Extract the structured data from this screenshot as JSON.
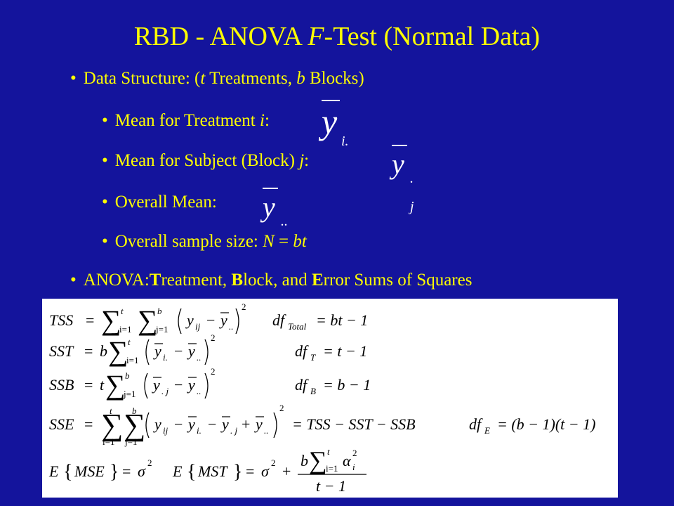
{
  "slide": {
    "title": {
      "prefix": "RBD - ANOVA ",
      "italic": "F",
      "suffix": "-Test (Normal Data)"
    },
    "bullet_mark": "•",
    "bullets": [
      {
        "a": "Data Structure: (",
        "i1": "t",
        "b": " Treatments, ",
        "i2": "b",
        "c": " Blocks)"
      },
      {
        "a": "Mean for Treatment ",
        "i1": "i",
        "b": ":"
      },
      {
        "a": "Mean for Subject (Block) ",
        "i1": "j",
        "b": ":"
      },
      {
        "a": "Overall Mean:"
      },
      {
        "a": "Overall sample size: ",
        "i1": "N",
        "b": " = ",
        "i2": "bt"
      },
      {
        "a": "ANOVA:",
        "b1": "T",
        "c1": "reatment, ",
        "b2": "B",
        "c2": "lock, and ",
        "b3": "E",
        "c3": "rror Sums of Squares"
      }
    ],
    "symbols": {
      "treatment_mean": {
        "base": "y",
        "sub": "i."
      },
      "block_mean": {
        "base": "y",
        "sub": ". j"
      },
      "overall_mean": {
        "base": "y",
        "sub": ".."
      }
    }
  },
  "equations": {
    "tss": {
      "lhs": "TSS",
      "eq": "=",
      "lims1": {
        "top": "t",
        "bottom": "i=1"
      },
      "lims2": {
        "top": "b",
        "bottom": "j=1"
      },
      "y1": "y",
      "s1": "ij",
      "minus": "−",
      "y2": "y",
      "s2": "..",
      "pow": "2",
      "df": "df",
      "dfsub": "Total",
      "dfrhs": "= bt − 1"
    },
    "sst": {
      "lhs": "SST",
      "eq": "=",
      "coef": "b",
      "lims": {
        "top": "t",
        "bottom": "i=1"
      },
      "y1": "y",
      "s1": "i.",
      "minus": "−",
      "y2": "y",
      "s2": "..",
      "pow": "2",
      "df": "df",
      "dfsub": "T",
      "dfrhs": "= t − 1"
    },
    "ssb": {
      "lhs": "SSB",
      "eq": "=",
      "coef": "t",
      "lims": {
        "top": "b",
        "bottom": "j=1"
      },
      "y1": "y",
      "s1": ". j",
      "minus": "−",
      "y2": "y",
      "s2": "..",
      "pow": "2",
      "df": "df",
      "dfsub": "B",
      "dfrhs": "= b − 1"
    },
    "sse": {
      "lhs": "SSE",
      "eq": "=",
      "lims1": {
        "top": "t",
        "bottom": "i=1"
      },
      "lims2": {
        "top": "b",
        "bottom": "j=1"
      },
      "y1": "y",
      "s1": "ij",
      "op1": "−",
      "y2": "y",
      "s2": "i.",
      "op2": "−",
      "y3": "y",
      "s3": ". j",
      "op3": "+",
      "y4": "y",
      "s4": "..",
      "pow": "2",
      "rhs": "= TSS − SST − SSB",
      "df": "df",
      "dfsub": "E",
      "dfrhs": "= (b − 1)(t − 1)"
    },
    "emse": {
      "e": "E",
      "lb": "{",
      "inner": "MSE",
      "rb": "}",
      "eq": "=",
      "sigma": "σ",
      "pow": "2"
    },
    "emst": {
      "e": "E",
      "lb": "{",
      "inner": "MST",
      "rb": "}",
      "eq": "=",
      "sigma": "σ",
      "pow": "2",
      "plus": "+",
      "num_coef": "b",
      "lims": {
        "top": "t",
        "bottom": "i=1"
      },
      "alpha": "α",
      "asub": "i",
      "apow": "2",
      "den": "t − 1"
    }
  }
}
